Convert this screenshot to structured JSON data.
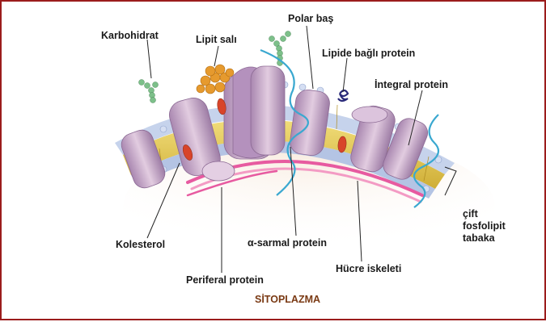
{
  "labels": {
    "karbohidrat": "Karbohidrat",
    "lipit_sali": "Lipit salı",
    "polar_bas": "Polar baş",
    "lipide_bagli_protein": "Lipide bağlı protein",
    "integral_protein": "İntegral protein",
    "cift_fosfolipit_tabaka": [
      "çift",
      "fosfolipit",
      "tabaka"
    ],
    "kolesterol": "Kolesterol",
    "alfa_sarmal_protein": "α-sarmal protein",
    "periferal_protein": "Periferal protein",
    "hucre_iskeleti": "Hücre iskeleti",
    "sitoplazma": "SİTOPLAZMA"
  },
  "colors": {
    "border": "#9b1c1c",
    "phospholipid_head": "#b9c8e6",
    "lipid_tail": "#e8cf5a",
    "protein": "#c9a9c9",
    "cholesterol": "#d8442a",
    "carbohydrate": "#7dc08a",
    "cytoskeleton": "#e75aa0",
    "alpha_helix": "#3aa8d0",
    "sitoplazma_text": "#7a3a14"
  }
}
